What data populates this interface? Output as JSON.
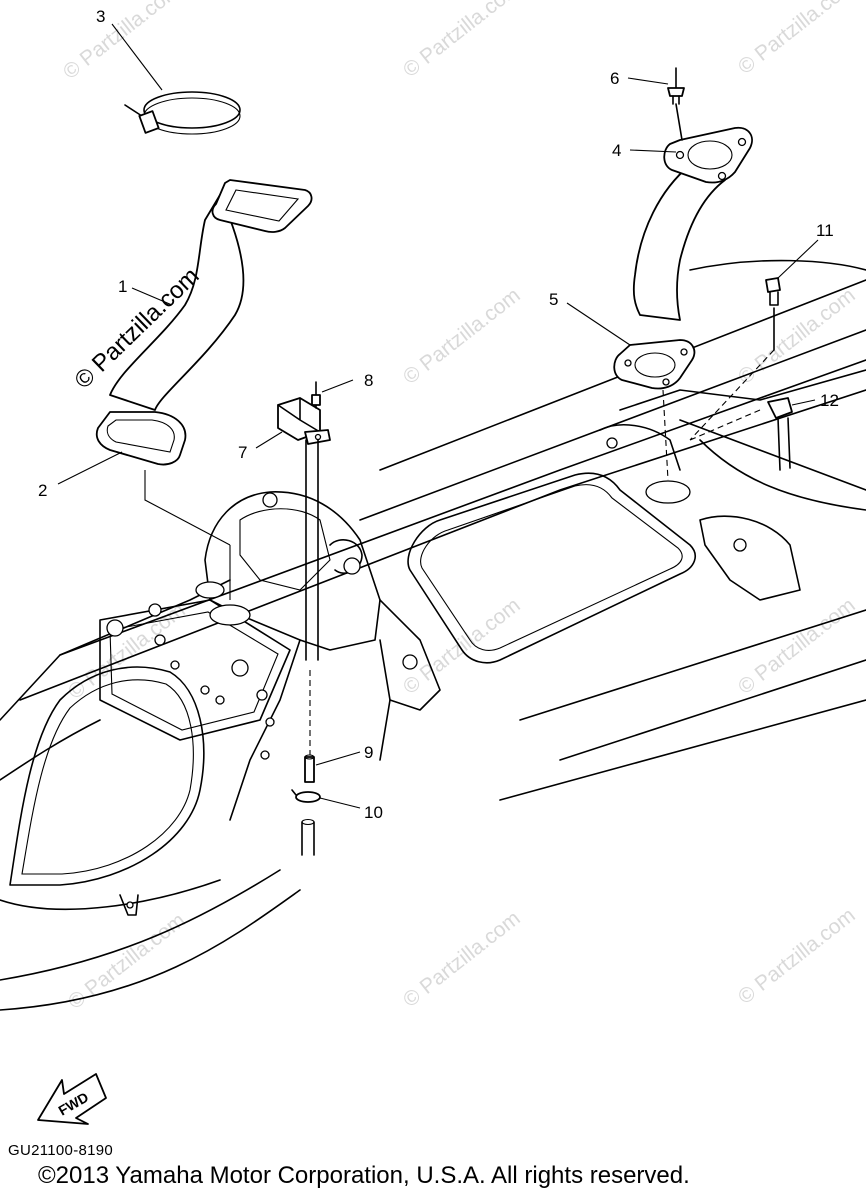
{
  "diagram": {
    "callouts": [
      {
        "id": "3",
        "label": "3"
      },
      {
        "id": "1",
        "label": "1"
      },
      {
        "id": "2",
        "label": "2"
      },
      {
        "id": "6",
        "label": "6"
      },
      {
        "id": "4",
        "label": "4"
      },
      {
        "id": "11",
        "label": "11"
      },
      {
        "id": "5",
        "label": "5"
      },
      {
        "id": "8",
        "label": "8"
      },
      {
        "id": "7",
        "label": "7"
      },
      {
        "id": "12",
        "label": "12"
      },
      {
        "id": "9",
        "label": "9"
      },
      {
        "id": "10",
        "label": "10"
      }
    ],
    "watermark_text": "© Partzilla.com",
    "fwd_label": "FWD",
    "diagram_code": "GU21100-8190",
    "copyright": "©2013  Yamaha Motor Corporation, U.S.A. All rights reserved."
  }
}
